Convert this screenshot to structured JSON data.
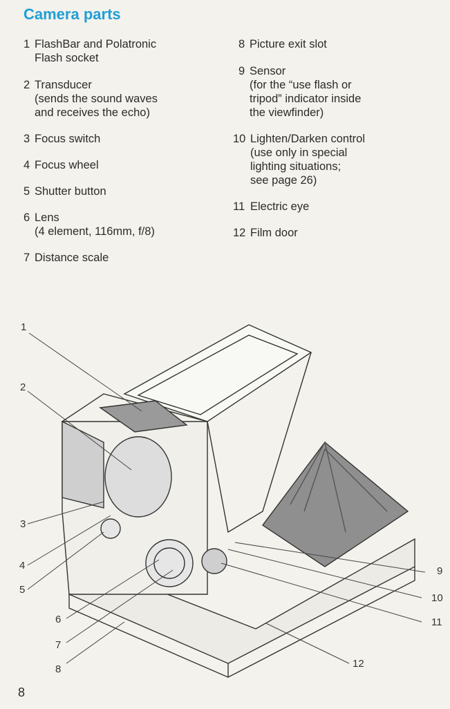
{
  "page": {
    "title": "Camera parts",
    "page_number": "8"
  },
  "parts_left": [
    {
      "num": "1",
      "name": "FlashBar and Polatronic",
      "detail": [
        "Flash socket"
      ]
    },
    {
      "num": "2",
      "name": "Transducer",
      "detail": [
        "(sends the sound waves",
        "and receives the echo)"
      ]
    },
    {
      "num": "3",
      "name": "Focus switch",
      "detail": []
    },
    {
      "num": "4",
      "name": "Focus wheel",
      "detail": []
    },
    {
      "num": "5",
      "name": "Shutter button",
      "detail": []
    },
    {
      "num": "6",
      "name": "Lens",
      "detail": [
        "(4 element, 116mm, f/8)"
      ]
    },
    {
      "num": "7",
      "name": "Distance scale",
      "detail": []
    }
  ],
  "parts_right": [
    {
      "num": "8",
      "name": "Picture exit slot",
      "detail": []
    },
    {
      "num": "9",
      "name": "Sensor",
      "detail": [
        "(for the “use flash or",
        "tripod” indicator inside",
        "the viewfinder)"
      ]
    },
    {
      "num": "10",
      "name": "Lighten/Darken control",
      "detail": [
        "(use only in special",
        "lighting situations;",
        "see page 26)"
      ]
    },
    {
      "num": "11",
      "name": "Electric eye",
      "detail": []
    },
    {
      "num": "12",
      "name": "Film door",
      "detail": []
    }
  ],
  "callouts": [
    "1",
    "2",
    "3",
    "4",
    "5",
    "6",
    "7",
    "8",
    "9",
    "10",
    "11",
    "12"
  ],
  "colors": {
    "title": "#1f9fd6",
    "text": "#2b2b2b",
    "background": "#f4f2ec"
  }
}
